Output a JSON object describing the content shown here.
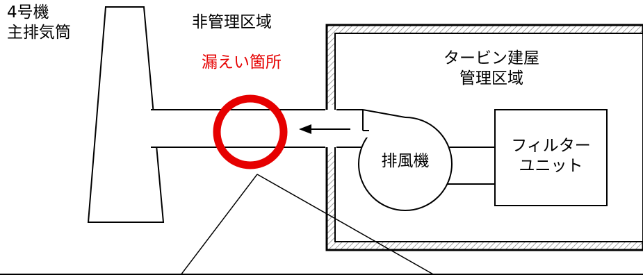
{
  "labels": {
    "stack_line1": "4号機",
    "stack_line2": "主排気筒",
    "non_controlled_area": "非管理区域",
    "leak_location": "漏えい箇所",
    "turbine_building": "タービン建屋",
    "controlled_area": "管理区域",
    "exhaust_fan": "排風機",
    "filter_line1": "フィルター",
    "filter_line2": "ユニット"
  },
  "colors": {
    "leak": "#e60000",
    "line": "#000000",
    "hatch": "#8c8c8c",
    "background": "#ffffff"
  },
  "icons": {
    "flow_direction": "arrow-left-icon"
  }
}
